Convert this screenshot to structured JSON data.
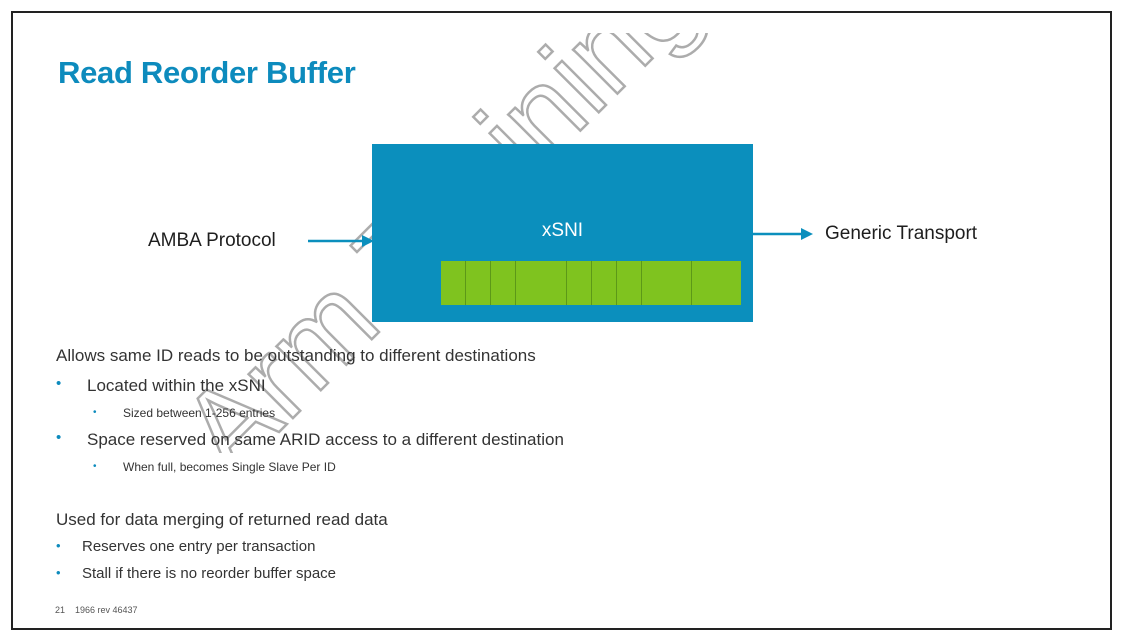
{
  "slide": {
    "title": "Read Reorder Buffer",
    "diagram": {
      "input_label": "AMBA Protocol",
      "block_label": "xSNI",
      "output_label": "Generic Transport",
      "buffer_entries": 9
    },
    "section1": {
      "heading": "Allows same ID reads to be outstanding to different destinations",
      "items": [
        {
          "text": "Located within the xSNI",
          "sub": "Sized between 1-256 entries"
        },
        {
          "text": "Space reserved on same ARID access to a different destination",
          "sub": "When full, becomes Single Slave Per ID"
        }
      ]
    },
    "section2": {
      "heading": "Used for data merging of returned read data",
      "items": [
        "Reserves one entry per transaction",
        "Stall if there is no reorder buffer space"
      ]
    },
    "footer": {
      "page_number": "21",
      "doc_id": "1966 rev 46437"
    },
    "watermark": "Arm Training",
    "colors": {
      "accent": "#0d8bbd",
      "block": "#0b8fbd",
      "buffer": "#7fc31f"
    }
  }
}
